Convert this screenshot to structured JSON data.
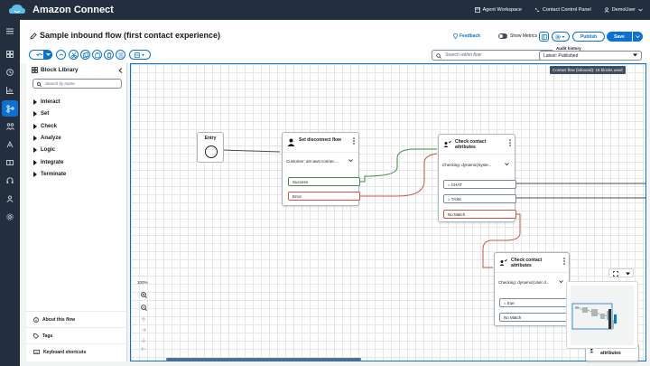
{
  "app": {
    "title": "Amazon Connect",
    "agent_workspace": "Agent Workspace",
    "ccp": "Contact Control Panel",
    "user": "DemoUser"
  },
  "flow": {
    "name": "Sample inbound flow (first contact experience)"
  },
  "header": {
    "feedback": "Feedback",
    "show_metrics": "Show Metrics",
    "publish": "Publish",
    "save": "Save",
    "search_placeholder": "Search within flow",
    "audit_label": "Audit history",
    "audit_value": "Latest: Published"
  },
  "library": {
    "title": "Block Library",
    "search_placeholder": "Search by name",
    "categories": [
      "Interact",
      "Set",
      "Check",
      "Analyze",
      "Logic",
      "Integrate",
      "Terminate"
    ],
    "footer": [
      "About this flow",
      "Tags",
      "Keyboard shortcuts"
    ]
  },
  "canvas": {
    "usage": "Contact flow (inbound): 16 blocks used",
    "zoom": "100%",
    "entry": "Entry",
    "blocks": [
      {
        "title": "Set disconnect flow",
        "select": "Customer: arn:aws:connec...",
        "branches": [
          "Success",
          "Error"
        ]
      },
      {
        "title": "Check contact attributes",
        "select": "Checking: dynamic(Syste...",
        "branches": [
          "= CHAT",
          "= TASK",
          "No Match"
        ]
      },
      {
        "title": "Check contact attributes",
        "select": "Checking: dynamic(User d...",
        "branches": [
          "= true",
          "No Match"
        ]
      },
      {
        "title": "attributes"
      }
    ]
  },
  "colors": {
    "nav": "#232f3e",
    "accent": "#0972d3",
    "success_wire": "#3d8a3d",
    "error_wire": "#c9573f"
  }
}
